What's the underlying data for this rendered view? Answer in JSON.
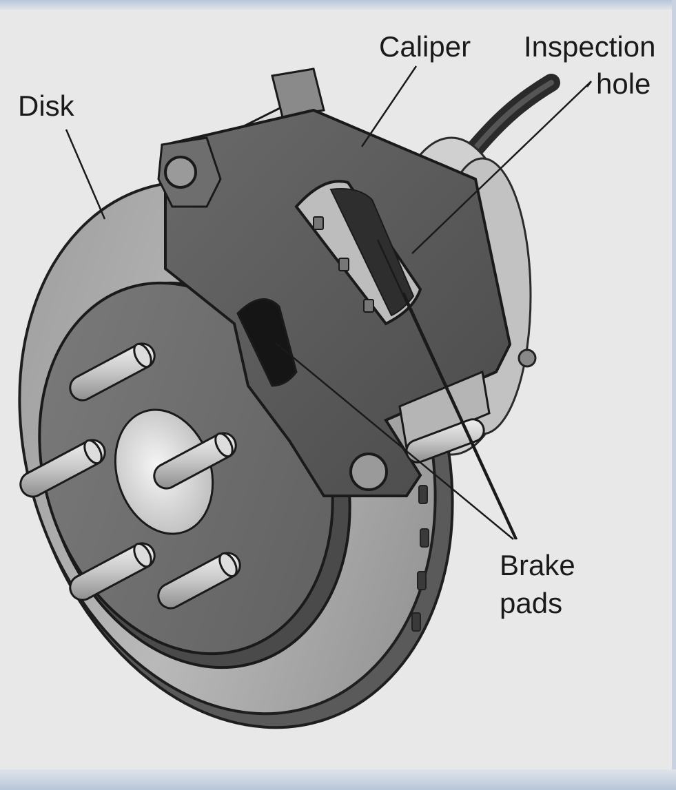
{
  "labels": {
    "disk": "Disk",
    "caliper": "Caliper",
    "inspection_hole_line1": "Inspection",
    "inspection_hole_line2": "hole",
    "brake_pads_line1": "Brake",
    "brake_pads_line2": "pads"
  }
}
